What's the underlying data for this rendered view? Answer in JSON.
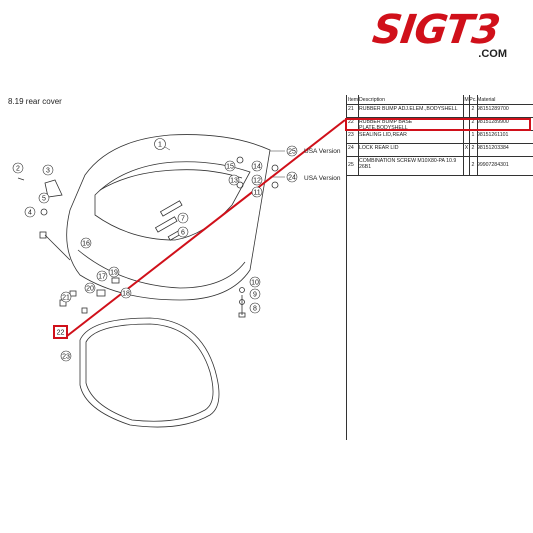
{
  "logo": {
    "mark": "SIGT3",
    "domain": ".COM"
  },
  "section": {
    "title": "8.19  rear cover"
  },
  "diagram": {
    "callouts": [
      "1",
      "2",
      "3",
      "4",
      "5",
      "6",
      "7",
      "8",
      "9",
      "10",
      "11",
      "12",
      "13",
      "14",
      "15",
      "16",
      "17",
      "18",
      "19",
      "20",
      "21",
      "22",
      "23",
      "24",
      "25"
    ],
    "variant_labels": {
      "top": "USA Version",
      "bottom": "USA Version"
    }
  },
  "table": {
    "headers": {
      "pos": "Item",
      "description": "Description",
      "mark": "M",
      "qty": "Pc.",
      "material": "Material"
    },
    "rows": [
      {
        "pos": "21",
        "description": "RUBBER BUMP ADJ.ELEM.,BODYSHELL",
        "mark": "",
        "qty": "2",
        "material": "98151289700"
      },
      {
        "pos": "22",
        "description": "RUBBER BUMP BASE PLATE,BODYSHELL",
        "mark": "",
        "qty": "2",
        "material": "98151289900"
      },
      {
        "pos": "23",
        "description": "SEALING LID,REAR",
        "mark": "",
        "qty": "1",
        "material": "98151261101"
      },
      {
        "pos": "24",
        "description": "LOCK REAR LID",
        "mark": "X",
        "qty": "2",
        "material": "98151203384"
      },
      {
        "pos": "25",
        "description": "COMBINATION SCREW M10X80-PA 10.9",
        "description2": "26B1",
        "mark": "",
        "qty": "2",
        "material": "99907284301"
      }
    ]
  },
  "colors": {
    "accent": "#d0101a",
    "line": "#333333"
  }
}
